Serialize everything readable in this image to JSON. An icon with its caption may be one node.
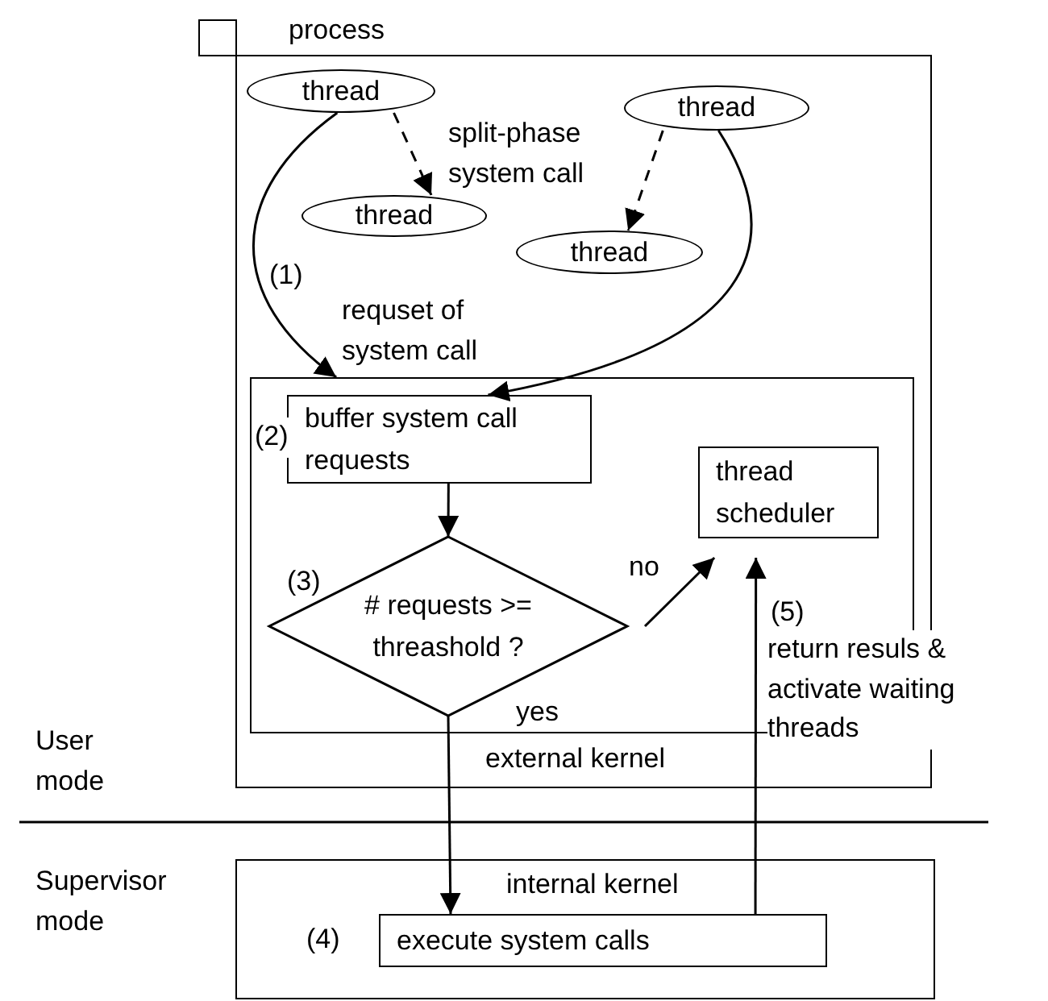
{
  "diagram": {
    "nodes": [
      {
        "text": [
          "process"
        ]
      },
      {
        "text": [
          "thread"
        ],
        "in": 0
      },
      {
        "text": [
          "thread"
        ],
        "in": 0
      },
      {
        "text": [
          "thread"
        ],
        "in": 0
      },
      {
        "text": [
          "thread"
        ],
        "in": 0
      },
      {
        "text": [
          "external kernel"
        ],
        "in": 0
      },
      {
        "text": [
          "buffer system call requests"
        ],
        "in": 5
      },
      {
        "text": [
          "# requests >= threashold ?"
        ],
        "in": 5
      },
      {
        "text": [
          "thread scheduler"
        ],
        "in": 5
      },
      {
        "text": [
          "internal kernel"
        ]
      },
      {
        "text": [
          "execute system calls"
        ],
        "in": 9
      }
    ],
    "edges": [
      {
        "from": 1,
        "to": 3,
        "arrow": "to",
        "style": "dashed"
      },
      {
        "from": 2,
        "to": 4,
        "arrow": "to",
        "style": "dashed"
      },
      {
        "from": 1,
        "to": 5,
        "arrow": "to"
      },
      {
        "from": 2,
        "to": 6,
        "arrow": "to"
      },
      {
        "from": 6,
        "to": 7,
        "arrow": "to"
      },
      {
        "from": 7,
        "to": 8,
        "arrow": "to",
        "label": "no"
      },
      {
        "from": 7,
        "to": 10,
        "arrow": "to",
        "label": "yes"
      },
      {
        "from": 10,
        "to": 8,
        "arrow": "to"
      }
    ],
    "labels": [
      "split-phase system call",
      "(1)",
      "requset of system call",
      "(2)",
      "(3)",
      "(5)",
      "return resuls & activate waiting threads",
      "User mode",
      "Supervisor mode",
      "(4)"
    ]
  }
}
